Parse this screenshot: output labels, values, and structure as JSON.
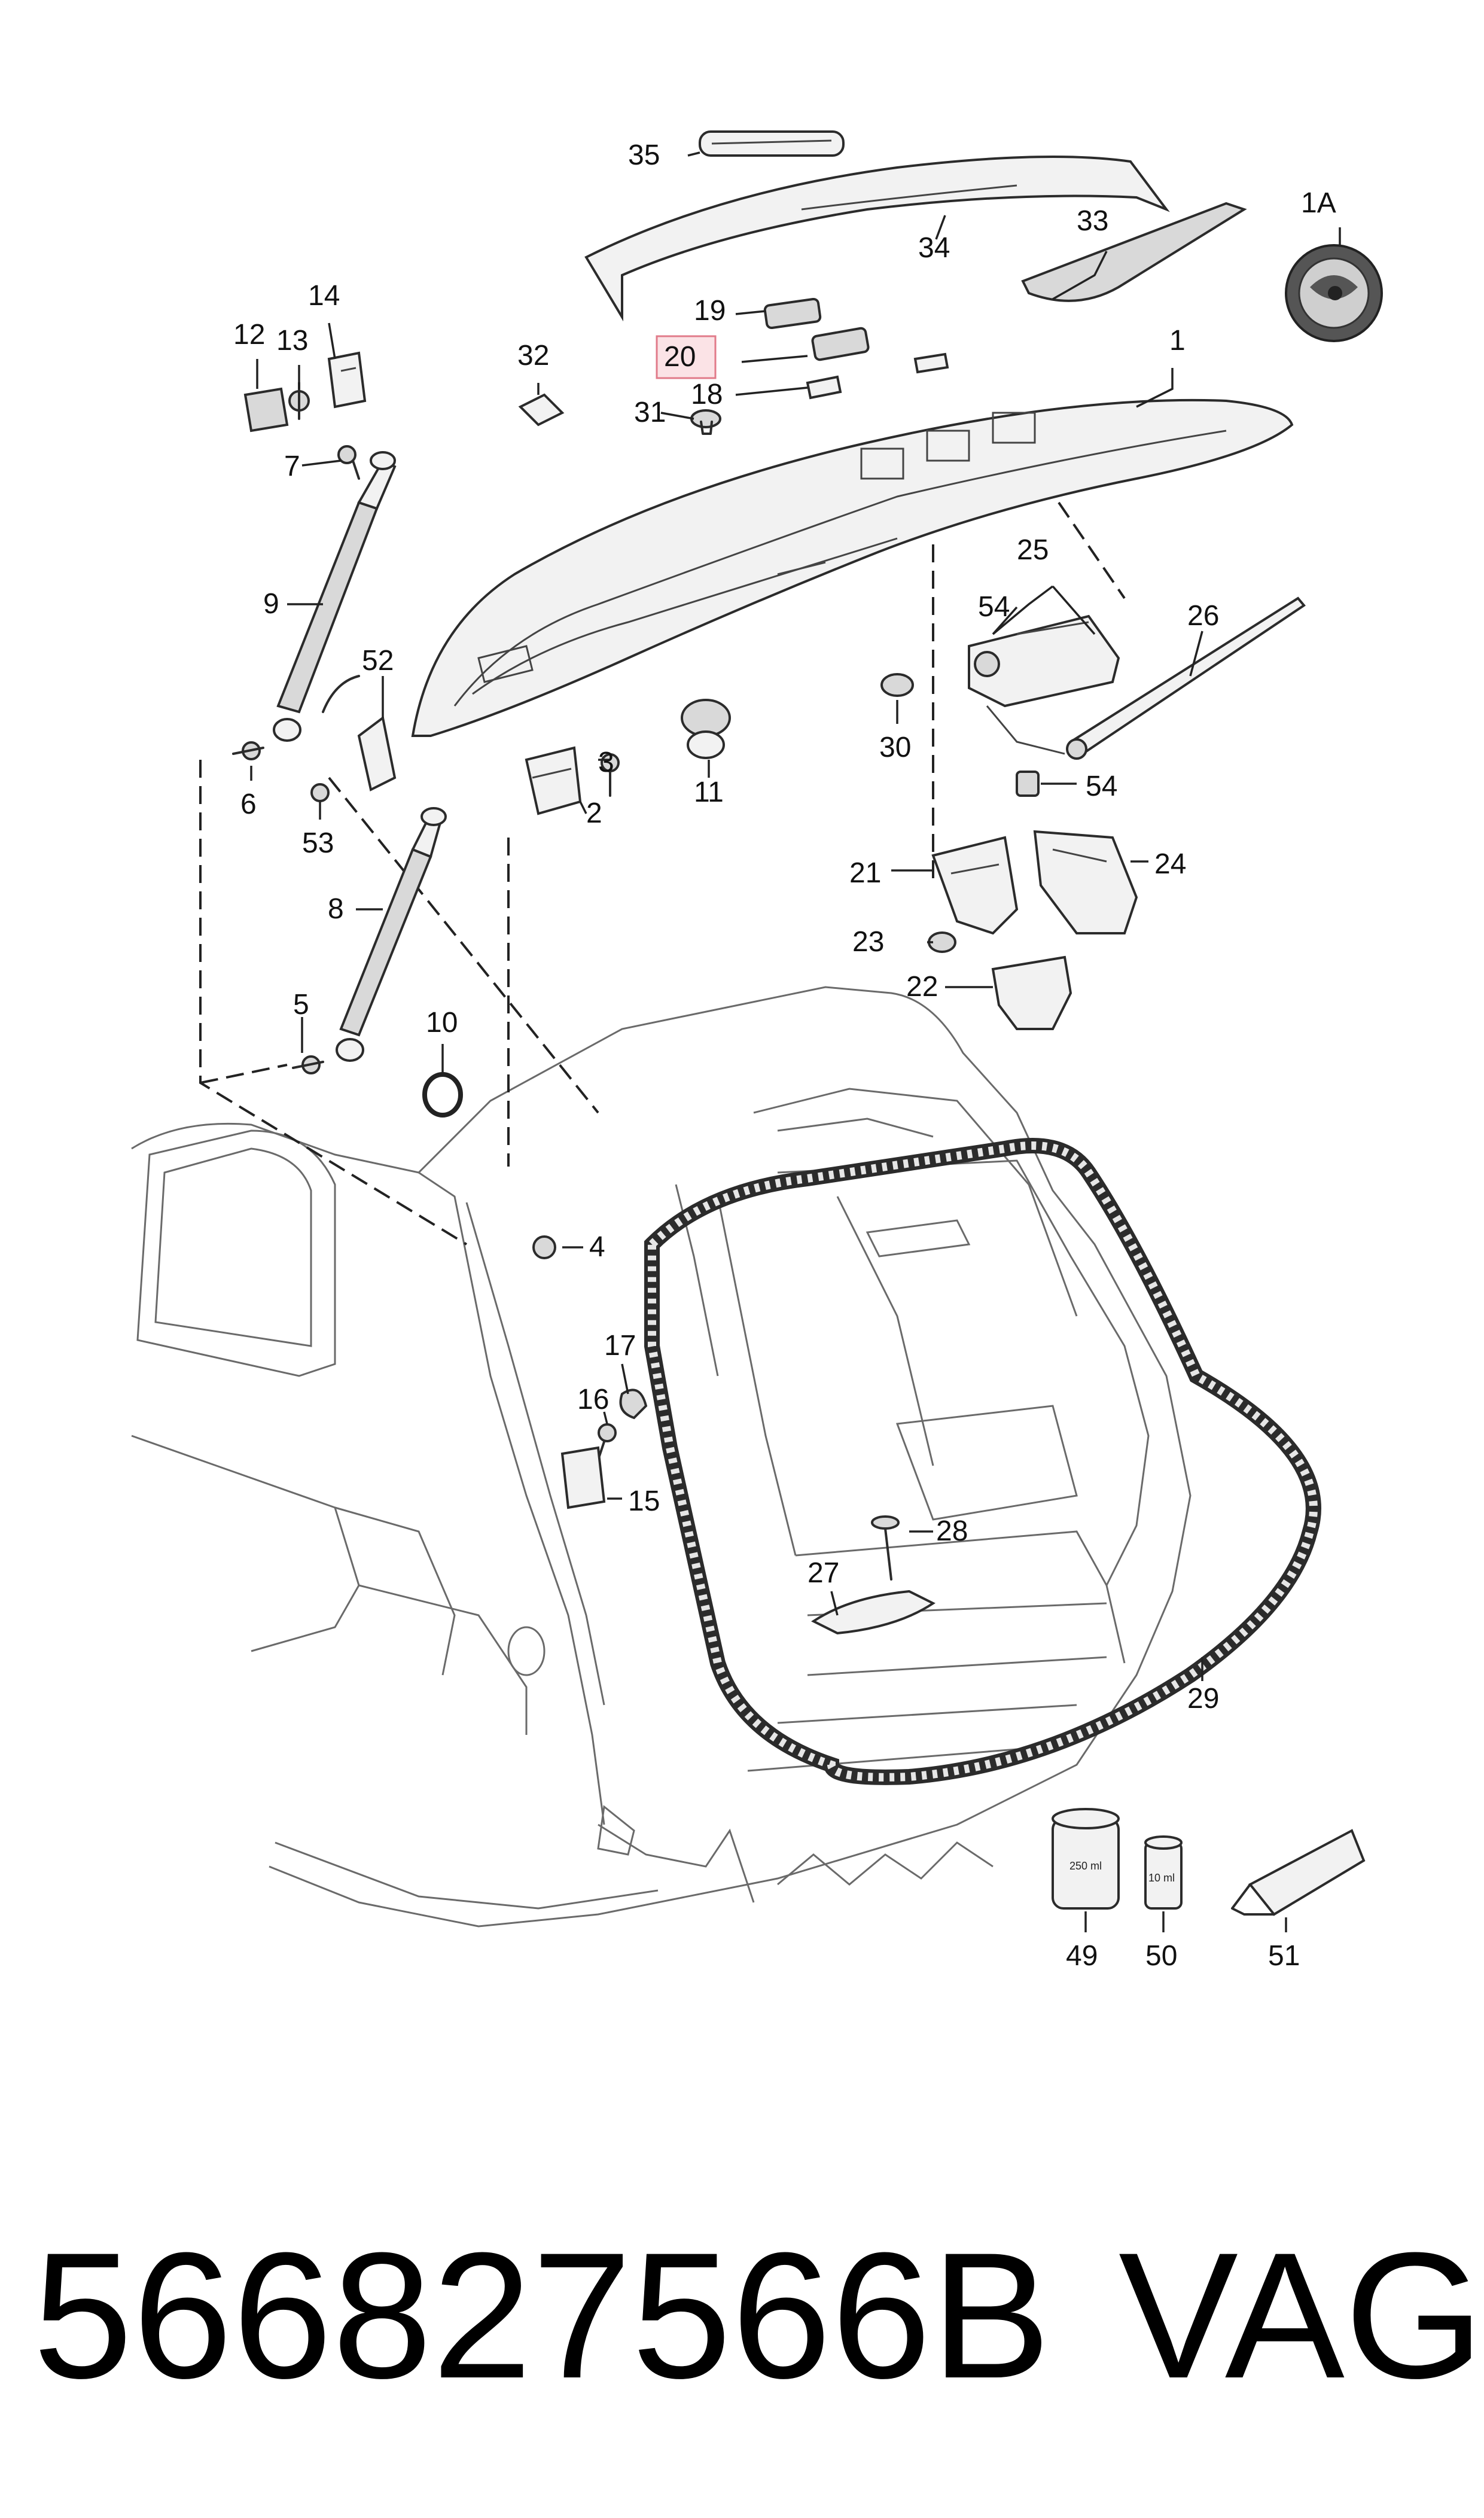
{
  "diagram": {
    "highlighted_label": "20",
    "labels": [
      "1",
      "1A",
      "2",
      "3",
      "4",
      "5",
      "6",
      "7",
      "8",
      "9",
      "10",
      "11",
      "12",
      "13",
      "14",
      "15",
      "16",
      "17",
      "18",
      "19",
      "20",
      "21",
      "22",
      "23",
      "24",
      "25",
      "26",
      "27",
      "28",
      "29",
      "30",
      "31",
      "32",
      "33",
      "34",
      "35",
      "49",
      "50",
      "51",
      "52",
      "53",
      "54"
    ],
    "bottle_250": "250 ml",
    "bottle_10": "10 ml"
  },
  "footer": {
    "part_number": "566827566B",
    "brand": "VAG"
  }
}
